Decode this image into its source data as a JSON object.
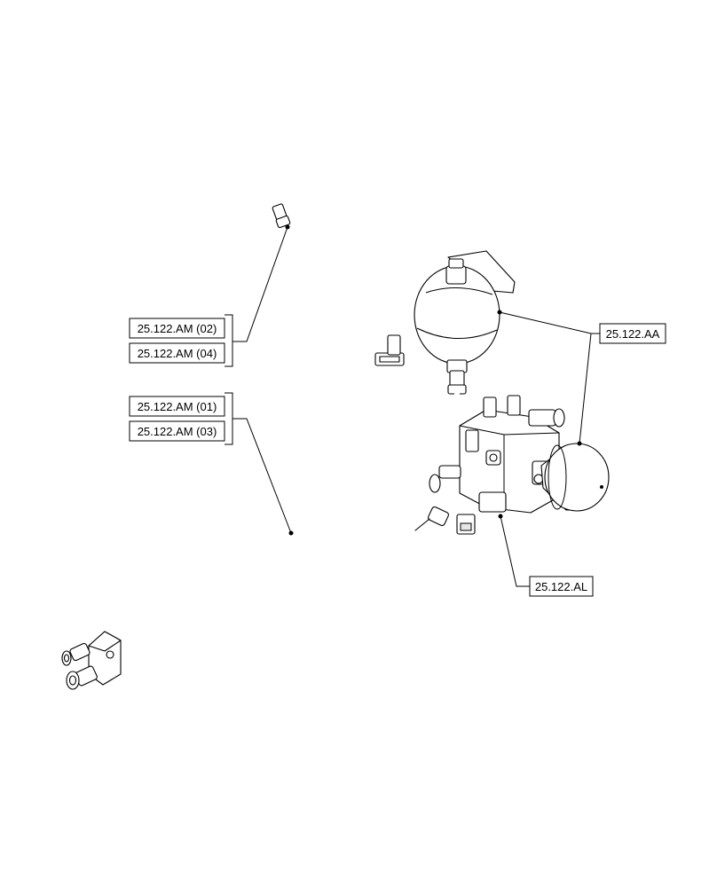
{
  "diagram": {
    "callouts": {
      "am02": "25.122.AM (02)",
      "am04": "25.122.AM (04)",
      "am01": "25.122.AM (01)",
      "am03": "25.122.AM (03)",
      "aa": "25.122.AA",
      "al": "25.122.AL"
    }
  }
}
